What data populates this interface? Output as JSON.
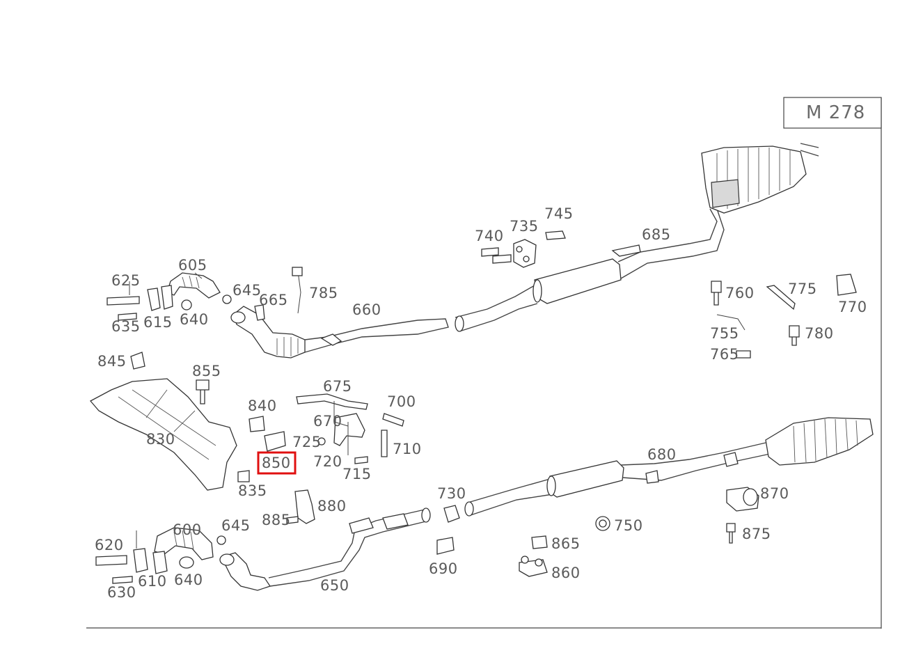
{
  "diagram": {
    "title": "M 278",
    "highlighted_part": "850",
    "highlight_color": "#e01010",
    "part_labels": [
      {
        "id": "605",
        "text": "605"
      },
      {
        "id": "625",
        "text": "625"
      },
      {
        "id": "645a",
        "text": "645"
      },
      {
        "id": "665",
        "text": "665"
      },
      {
        "id": "785",
        "text": "785"
      },
      {
        "id": "660",
        "text": "660"
      },
      {
        "id": "635",
        "text": "635"
      },
      {
        "id": "615",
        "text": "615"
      },
      {
        "id": "640a",
        "text": "640"
      },
      {
        "id": "740",
        "text": "740"
      },
      {
        "id": "735",
        "text": "735"
      },
      {
        "id": "745",
        "text": "745"
      },
      {
        "id": "685",
        "text": "685"
      },
      {
        "id": "760",
        "text": "760"
      },
      {
        "id": "775",
        "text": "775"
      },
      {
        "id": "770",
        "text": "770"
      },
      {
        "id": "755",
        "text": "755"
      },
      {
        "id": "780",
        "text": "780"
      },
      {
        "id": "765",
        "text": "765"
      },
      {
        "id": "845",
        "text": "845"
      },
      {
        "id": "855",
        "text": "855"
      },
      {
        "id": "675",
        "text": "675"
      },
      {
        "id": "700",
        "text": "700"
      },
      {
        "id": "840",
        "text": "840"
      },
      {
        "id": "670",
        "text": "670"
      },
      {
        "id": "830",
        "text": "830"
      },
      {
        "id": "725",
        "text": "725"
      },
      {
        "id": "710",
        "text": "710"
      },
      {
        "id": "850",
        "text": "850"
      },
      {
        "id": "720",
        "text": "720"
      },
      {
        "id": "715",
        "text": "715"
      },
      {
        "id": "680",
        "text": "680"
      },
      {
        "id": "835",
        "text": "835"
      },
      {
        "id": "730",
        "text": "730"
      },
      {
        "id": "870",
        "text": "870"
      },
      {
        "id": "880",
        "text": "880"
      },
      {
        "id": "885",
        "text": "885"
      },
      {
        "id": "600",
        "text": "600"
      },
      {
        "id": "645b",
        "text": "645"
      },
      {
        "id": "750",
        "text": "750"
      },
      {
        "id": "875",
        "text": "875"
      },
      {
        "id": "620",
        "text": "620"
      },
      {
        "id": "865",
        "text": "865"
      },
      {
        "id": "610",
        "text": "610"
      },
      {
        "id": "640b",
        "text": "640"
      },
      {
        "id": "690",
        "text": "690"
      },
      {
        "id": "860",
        "text": "860"
      },
      {
        "id": "630",
        "text": "630"
      },
      {
        "id": "650",
        "text": "650"
      }
    ]
  }
}
